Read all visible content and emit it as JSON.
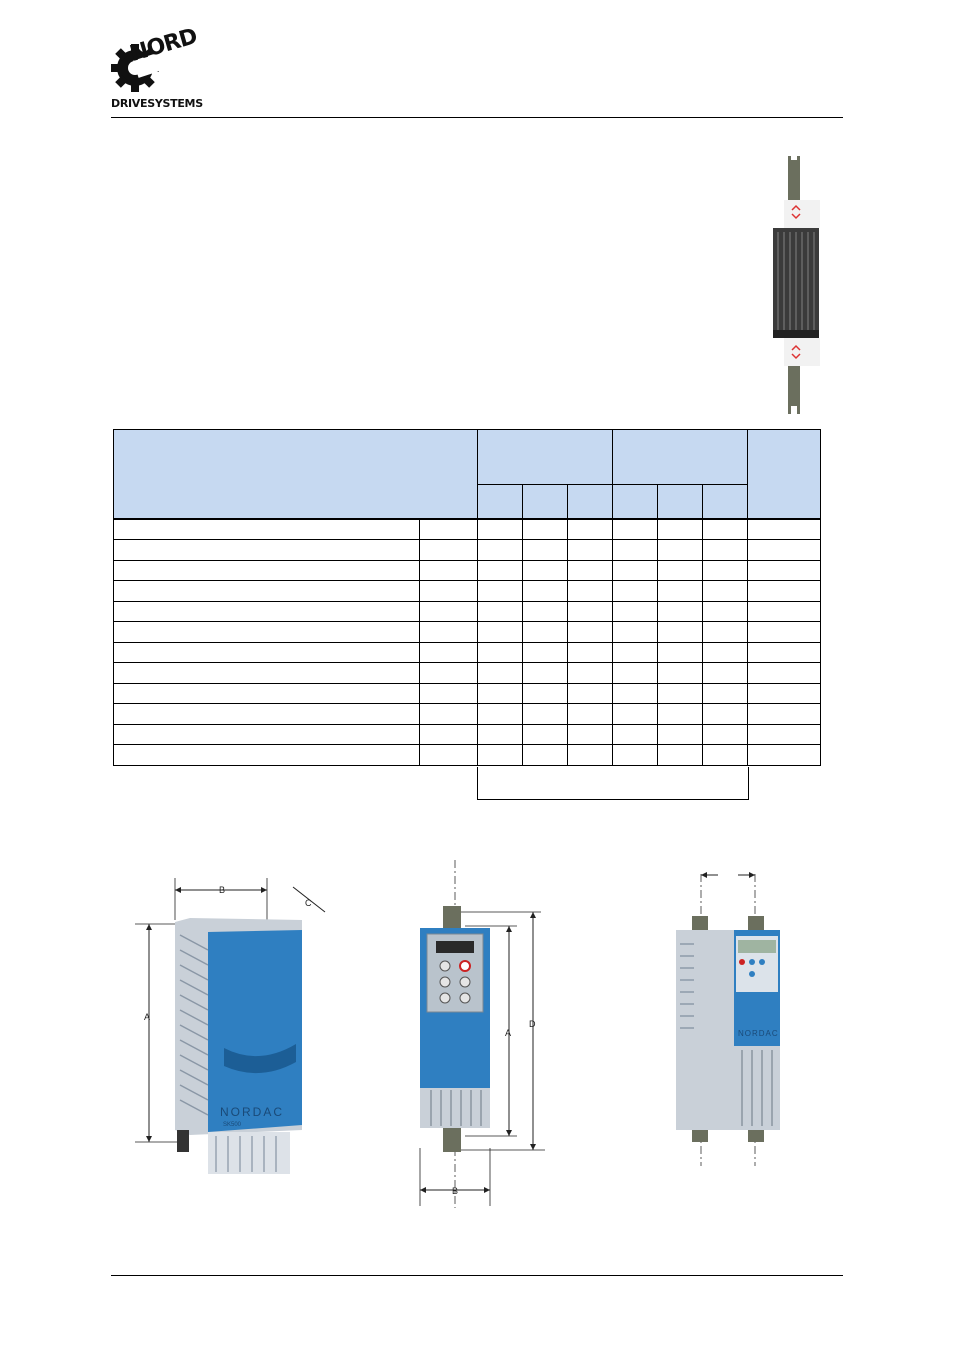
{
  "header": {
    "brand_name": "NORD",
    "brand_sub": "DRIVESYSTEMS"
  },
  "figures": {
    "fig1": {
      "label_b": "B",
      "label_c": "C",
      "label_a": "A",
      "device_brand": "NORDAC",
      "device_model": "SK500"
    },
    "fig2": {
      "label_a": "A",
      "label_d": "D",
      "label_b": "B"
    },
    "fig3": {
      "device_brand": "NORDAC"
    }
  },
  "colors": {
    "table_header_blue": "#c6d9f1",
    "device_blue": "#2f7fc1",
    "device_grey": "#c9d0d8"
  }
}
